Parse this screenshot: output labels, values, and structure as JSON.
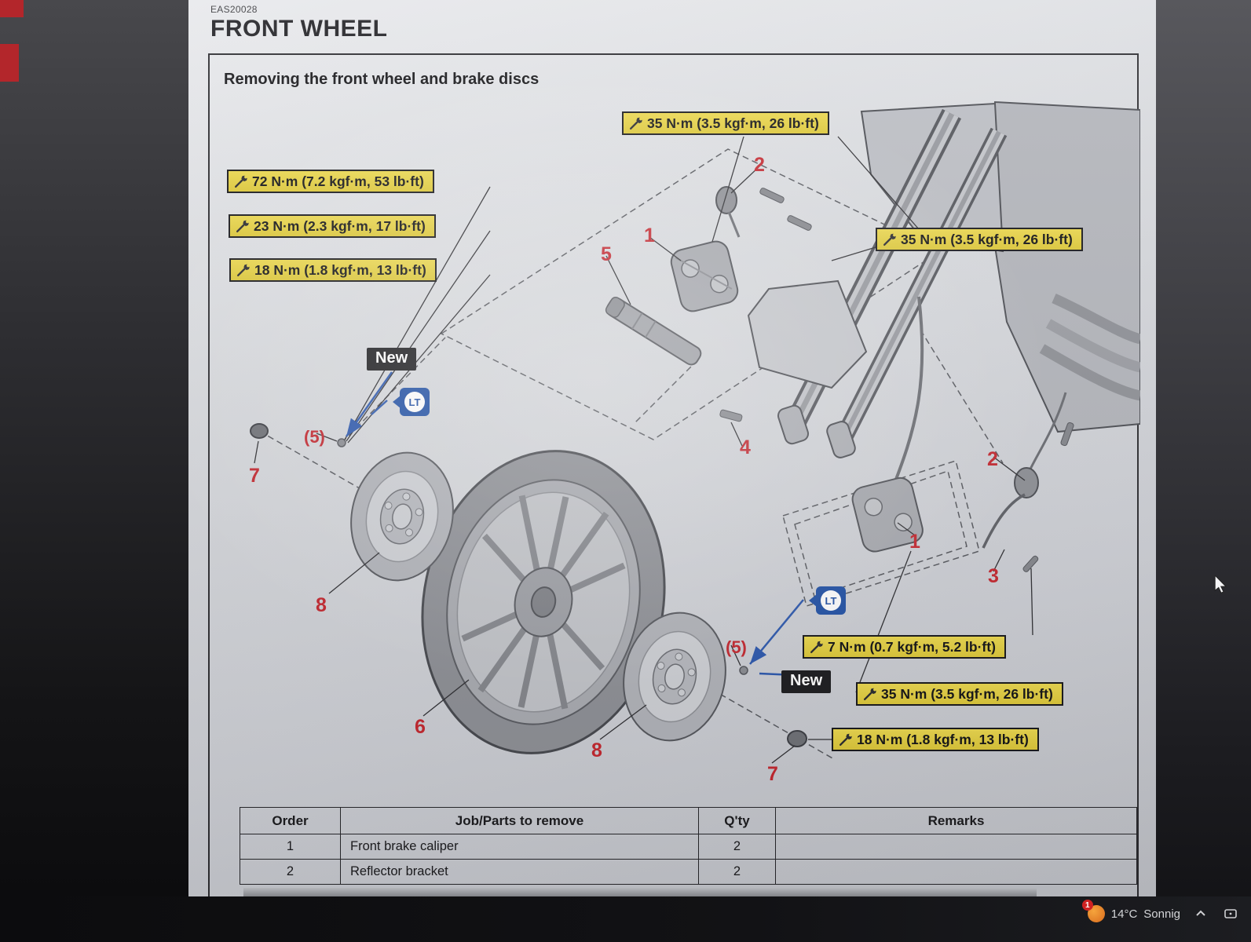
{
  "page": {
    "code": "EAS20028",
    "title": "FRONT WHEEL",
    "subtitle": "Removing the front wheel and brake discs"
  },
  "torque_labels": [
    {
      "text": "35 N·m (3.5 kgf·m, 26 lb·ft)"
    },
    {
      "text": "72 N·m (7.2 kgf·m, 53 lb·ft)"
    },
    {
      "text": "23 N·m (2.3 kgf·m, 17 lb·ft)"
    },
    {
      "text": "18 N·m (1.8 kgf·m, 13 lb·ft)"
    },
    {
      "text": "35 N·m (3.5 kgf·m, 26 lb·ft)"
    },
    {
      "text": "7 N·m (0.7 kgf·m, 5.2 lb·ft)"
    },
    {
      "text": "35 N·m (3.5 kgf·m, 26 lb·ft)"
    },
    {
      "text": "18 N·m (1.8 kgf·m, 13 lb·ft)"
    }
  ],
  "annotations": {
    "new": "New",
    "lt": "LT"
  },
  "callouts": [
    "2",
    "1",
    "5",
    "4",
    "7",
    "(5)",
    "8",
    "6",
    "8",
    "(5)",
    "7",
    "2",
    "1",
    "3"
  ],
  "table": {
    "headers": [
      "Order",
      "Job/Parts to remove",
      "Q'ty",
      "Remarks"
    ],
    "rows": [
      [
        "1",
        "Front brake caliper",
        "2",
        ""
      ],
      [
        "2",
        "Reflector bracket",
        "2",
        ""
      ]
    ]
  },
  "taskbar": {
    "badge": "1",
    "temperature": "14°C",
    "condition": "Sonnig"
  },
  "colors": {
    "label_yellow": "#e3cf45",
    "callout_red": "#c4262e",
    "loctite_blue": "#2050a5"
  }
}
